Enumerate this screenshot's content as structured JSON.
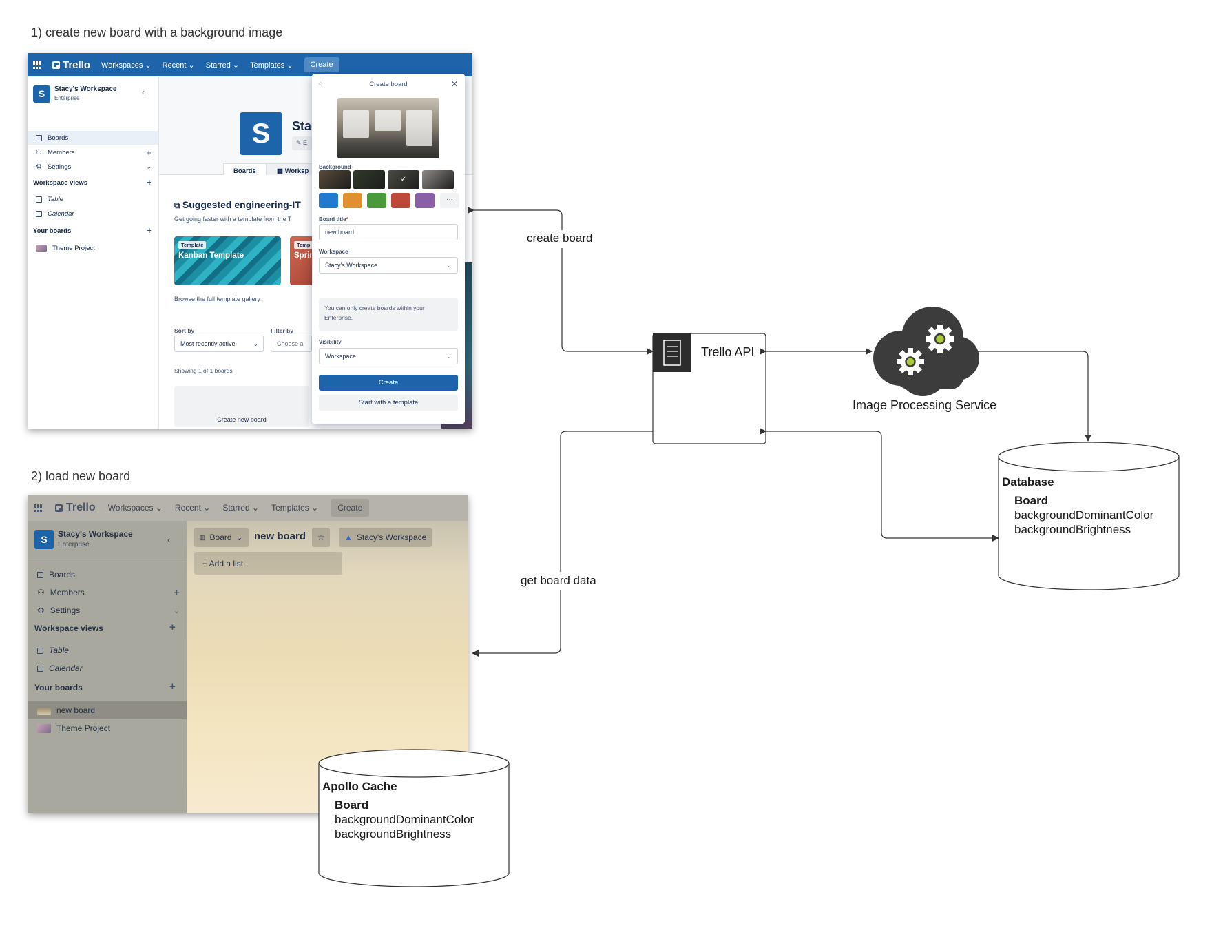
{
  "steps": {
    "step1": "1) create new board with a background image",
    "step2": "2) load new board"
  },
  "trello_nav": {
    "logo": "Trello",
    "workspaces": "Workspaces",
    "recent": "Recent",
    "starred": "Starred",
    "templates": "Templates",
    "create": "Create"
  },
  "sidebar": {
    "workspace_initial": "S",
    "workspace_name": "Stacy's Workspace",
    "workspace_plan": "Enterprise",
    "boards": "Boards",
    "members": "Members",
    "settings": "Settings",
    "workspace_views": "Workspace views",
    "table": "Table",
    "calendar": "Calendar",
    "your_boards": "Your boards",
    "theme_project": "Theme Project",
    "new_board": "new board"
  },
  "screen1": {
    "header_initial": "S",
    "header_name_partial": "Stac",
    "tab_boards": "Boards",
    "tab_workspace_partial": "Worksp",
    "suggested": "Suggested engineering-IT",
    "suggested_sub": "Get going faster with a template from the T",
    "template_tag": "Template",
    "template_kanban": "Kanban Template",
    "template_tag_partial": "Temp",
    "template_sprint_partial": "Sprin",
    "browse": "Browse the full template gallery",
    "sort_by": "Sort by",
    "filter_by": "Filter by",
    "sort_value": "Most recently active",
    "filter_placeholder": "Choose a",
    "showing": "Showing 1 of 1 boards",
    "create_new_board": "Create new board"
  },
  "create_board_popover": {
    "title": "Create board",
    "background_label": "Background",
    "board_title_label": "Board title",
    "required_marker": "*",
    "board_title_value": "new board",
    "workspace_label": "Workspace",
    "workspace_value": "Stacy's Workspace",
    "note": "You can only create boards within your Enterprise.",
    "visibility_label": "Visibility",
    "visibility_value": "Workspace",
    "create_button": "Create",
    "template_button": "Start with a template",
    "more_label": "···",
    "photo_swatches": [
      "#5a4a3a",
      "#2f3a26",
      "#4b4a44",
      "#8e8a86"
    ],
    "color_swatches": [
      "#1f7ad0",
      "#e0902e",
      "#4a9a3c",
      "#c0483a",
      "#8a5fa8"
    ]
  },
  "screen2": {
    "board_view": "Board",
    "board_name": "new board",
    "workspace_chip": "Stacy's Workspace",
    "add_list": "+ Add a list"
  },
  "diagram": {
    "create_board_edge": "create board",
    "get_board_data_edge": "get board data",
    "trello_api": "Trello API",
    "image_service": "Image Processing Service",
    "database": {
      "title": "Database",
      "entity": "Board",
      "fields": [
        "backgroundDominantColor",
        "backgroundBrightness"
      ]
    },
    "apollo": {
      "title": "Apollo Cache",
      "entity": "Board",
      "fields": [
        "backgroundDominantColor",
        "backgroundBrightness"
      ]
    },
    "colors": {
      "line": "#333333",
      "cloud": "#3c3c3c",
      "gear_center": "#a7c93a",
      "api_icon_bg": "#2c2c2c"
    }
  }
}
